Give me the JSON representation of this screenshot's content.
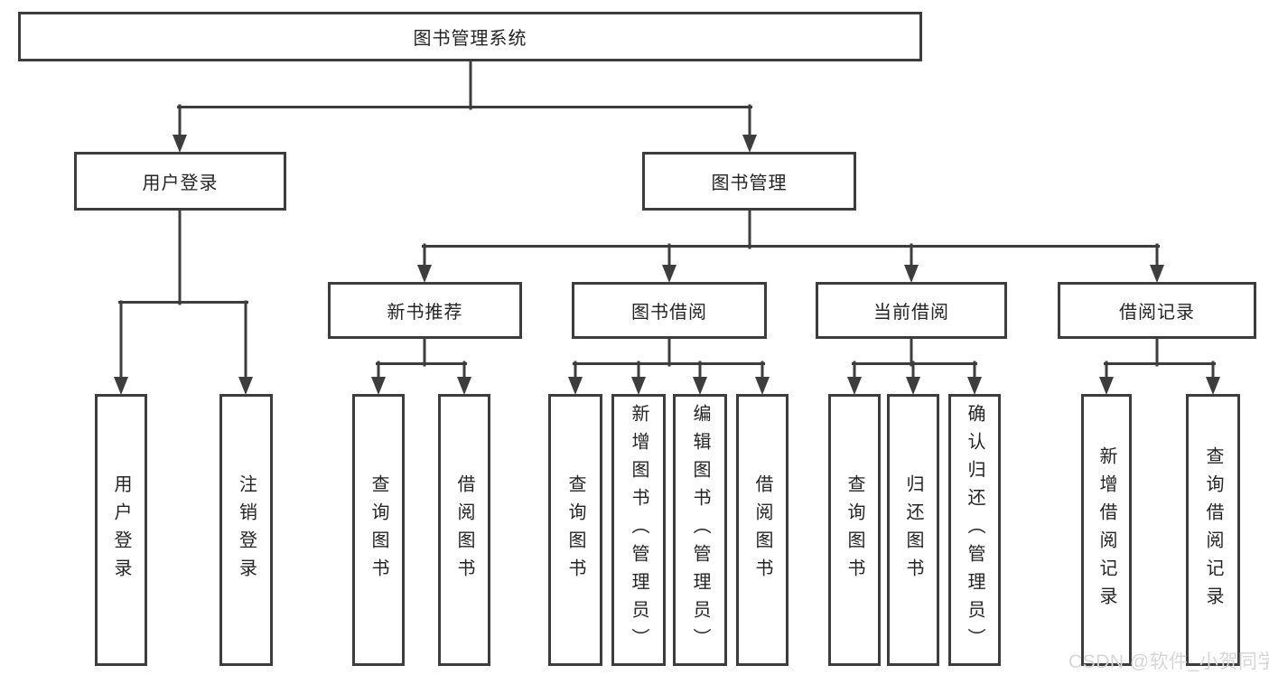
{
  "colors": {
    "line": "#3d3d3d",
    "text": "#242424",
    "background": "#ffffff",
    "watermark": "#d6d6d6"
  },
  "watermark": "CSDN @软件_小贺同学",
  "tree": {
    "root": {
      "label": "图书管理系统"
    },
    "children": [
      {
        "label": "用户登录",
        "children": [
          {
            "label": "用户登录"
          },
          {
            "label": "注销登录"
          }
        ]
      },
      {
        "label": "图书管理",
        "children": [
          {
            "label": "新书推荐",
            "children": [
              {
                "label": "查询图书"
              },
              {
                "label": "借阅图书"
              }
            ]
          },
          {
            "label": "图书借阅",
            "children": [
              {
                "label": "查询图书"
              },
              {
                "label": "新增图书（管理员）"
              },
              {
                "label": "编辑图书（管理员）"
              },
              {
                "label": "借阅图书"
              }
            ]
          },
          {
            "label": "当前借阅",
            "children": [
              {
                "label": "查询图书"
              },
              {
                "label": "归还图书"
              },
              {
                "label": "确认归还（管理员）"
              }
            ]
          },
          {
            "label": "借阅记录",
            "children": [
              {
                "label": "新增借阅记录"
              },
              {
                "label": "查询借阅记录"
              }
            ]
          }
        ]
      }
    ]
  }
}
